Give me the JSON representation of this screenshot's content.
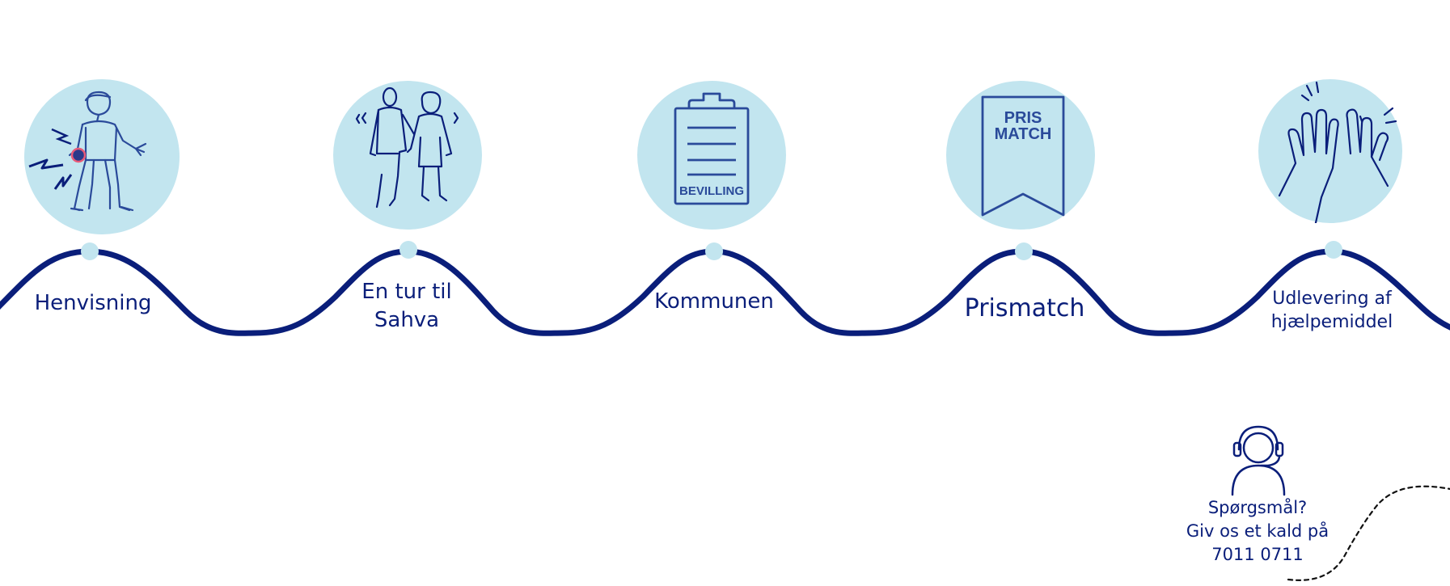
{
  "colors": {
    "navy": "#0a1e7a",
    "circle_fill": "#c2e5ef",
    "icon_stroke": "#2a4a9a",
    "pain_marker": "#e85a78"
  },
  "steps": [
    {
      "label_lines": [
        "Henvisning"
      ],
      "icon": "injured-knee-person-icon"
    },
    {
      "label_lines": [
        "En tur til",
        "Sahva"
      ],
      "icon": "two-people-walking-icon"
    },
    {
      "label_lines": [
        "Kommunen"
      ],
      "icon": "clipboard-icon",
      "badge": "BEVILLING"
    },
    {
      "label_lines": [
        "Prismatch"
      ],
      "icon": "ribbon-bookmark-icon",
      "badge_lines": [
        "PRIS",
        "MATCH"
      ]
    },
    {
      "label_lines": [
        "Udlevering af",
        "hjælpemiddel"
      ],
      "icon": "high-five-hands-icon"
    }
  ],
  "contact": {
    "icon": "headset-support-icon",
    "question": "Spørgsmål?",
    "call_text": "Giv os et kald på",
    "phone": "7011 0711"
  }
}
